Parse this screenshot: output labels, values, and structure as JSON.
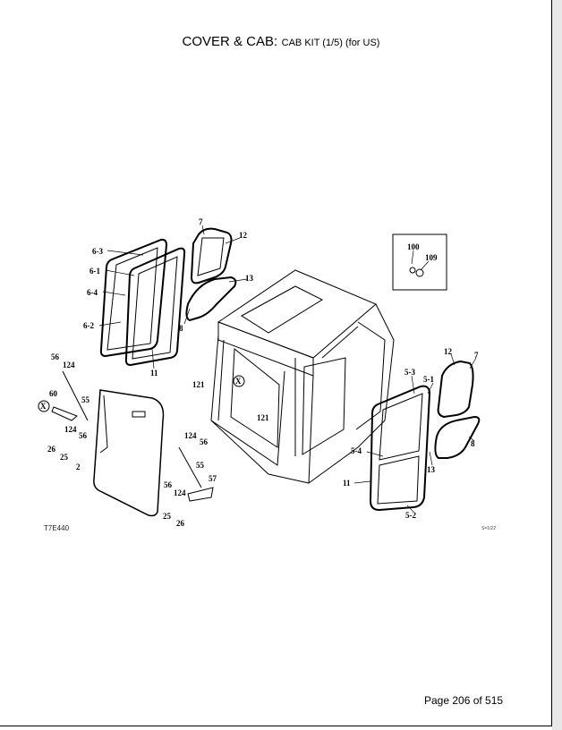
{
  "title": {
    "main": "COVER & CAB:",
    "sub": "CAB KIT (1/5) (for US)"
  },
  "figure_code": "T7E440",
  "scale_note": "S=1/22",
  "page_number": "Page 206 of 515",
  "callouts": {
    "c1": "6-3",
    "c2": "6-1",
    "c3": "6-4",
    "c4": "6-2",
    "c5": "11",
    "c6": "7",
    "c7": "12",
    "c8": "13",
    "c9": "8",
    "c10": "100",
    "c11": "109",
    "c12": "56",
    "c13": "124",
    "c14": "60",
    "c15": "55",
    "c16": "X",
    "c17": "124",
    "c18": "56",
    "c19": "26",
    "c20": "25",
    "c21": "2",
    "c22": "121",
    "c23": "X",
    "c24": "121",
    "c25": "124",
    "c26": "56",
    "c27": "55",
    "c28": "57",
    "c29": "56",
    "c30": "124",
    "c31": "25",
    "c32": "26",
    "c33": "5-3",
    "c34": "5-1",
    "c35": "12",
    "c36": "7",
    "c37": "5-4",
    "c38": "13",
    "c39": "8",
    "c40": "11",
    "c41": "5-2"
  }
}
